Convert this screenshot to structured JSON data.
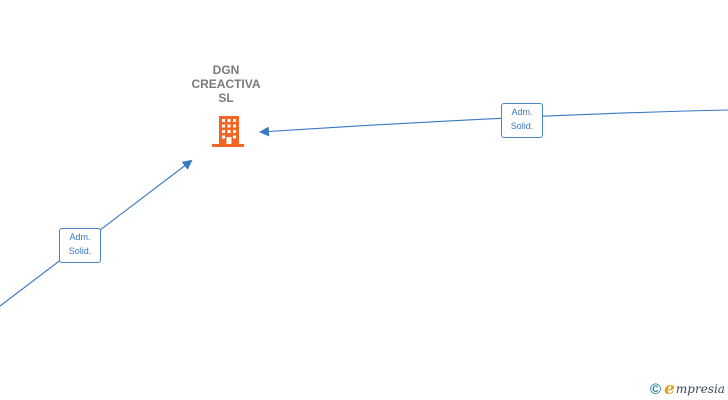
{
  "company": {
    "name_lines": [
      "DGN",
      "CREACTIVA",
      "SL"
    ],
    "icon": "building-icon",
    "icon_color": "#f26522"
  },
  "relations": [
    {
      "label_lines": [
        "Adm.",
        "Solid."
      ]
    },
    {
      "label_lines": [
        "Adm.",
        "Solid."
      ]
    }
  ],
  "edge_color": "#3a78c2",
  "title_color": "#7a7a7a",
  "brand": {
    "copyright_symbol": "©",
    "name_initial": "e",
    "name_rest": "mpresia",
    "initial_color": "#e0a020"
  }
}
